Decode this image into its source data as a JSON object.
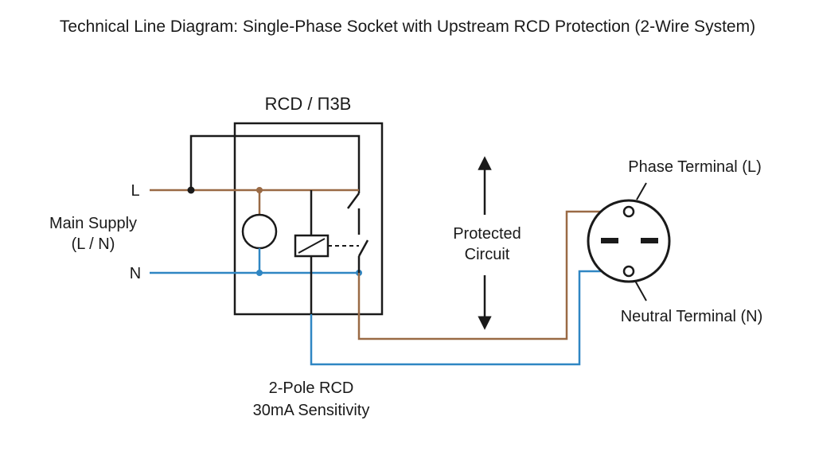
{
  "title": "Technical Line Diagram: Single-Phase Socket with Upstream RCD Protection (2-Wire System)",
  "rcd": {
    "label": "RCD / П3В",
    "spec_line1": "2-Pole RCD",
    "spec_line2": "30mA Sensitivity"
  },
  "supply": {
    "line1": "Main Supply",
    "line2": "(L / N)",
    "phase_label": "L",
    "neutral_label": "N"
  },
  "protected_circuit": {
    "line1": "Protected",
    "line2": "Circuit"
  },
  "socket": {
    "phase_terminal": "Phase Terminal (L)",
    "neutral_terminal": "Neutral Terminal (N)"
  },
  "colors": {
    "phase_wire": "#9a6a45",
    "neutral_wire": "#2f86c3",
    "outline": "#1a1a1a"
  }
}
